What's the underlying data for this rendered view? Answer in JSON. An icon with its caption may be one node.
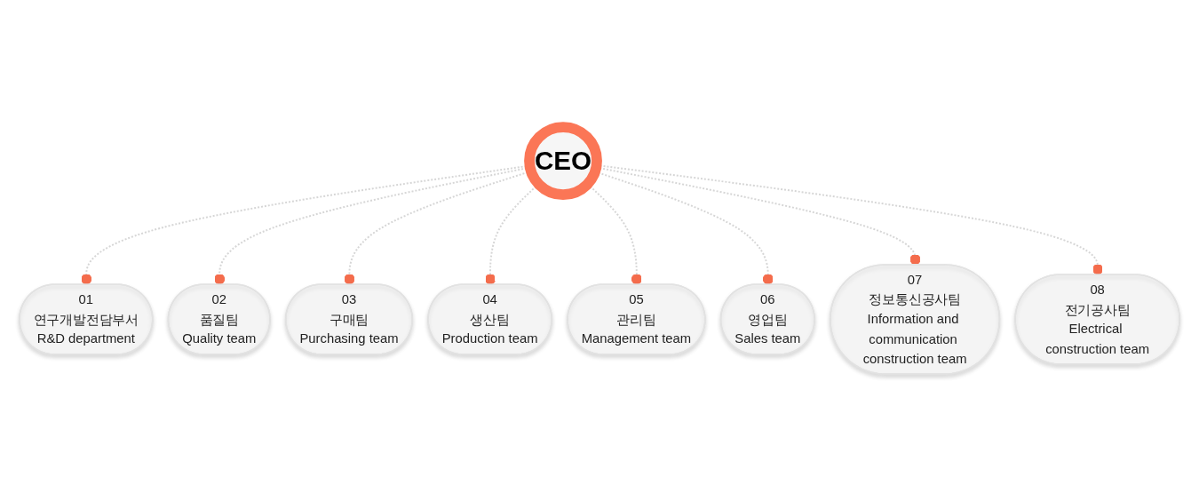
{
  "diagram": {
    "nodes": [
      {
        "text": [
          "CEO"
        ]
      },
      {
        "text": [
          "01",
          "연구개발전담부서",
          "R&D department"
        ]
      },
      {
        "text": [
          "02",
          "품질팀",
          "Quality team"
        ]
      },
      {
        "text": [
          "03",
          "구매팀",
          "Purchasing team"
        ]
      },
      {
        "text": [
          "04",
          "생산팀",
          "Production team"
        ]
      },
      {
        "text": [
          "05",
          "관리팀",
          "Management team"
        ]
      },
      {
        "text": [
          "06",
          "영업팀",
          "Sales team"
        ]
      },
      {
        "text": [
          "07",
          "정보통신공사팀",
          "Information and communication construction team"
        ]
      },
      {
        "text": [
          "08",
          "전기공사팀",
          "Electrical construction team"
        ]
      }
    ],
    "edges": [
      {
        "from": 0,
        "to": 1,
        "arrow": "other",
        "style": "dashed"
      },
      {
        "from": 0,
        "to": 2,
        "arrow": "other",
        "style": "dashed"
      },
      {
        "from": 0,
        "to": 3,
        "arrow": "other",
        "style": "dashed"
      },
      {
        "from": 0,
        "to": 4,
        "arrow": "other",
        "style": "dashed"
      },
      {
        "from": 0,
        "to": 5,
        "arrow": "other",
        "style": "dashed"
      },
      {
        "from": 0,
        "to": 6,
        "arrow": "other",
        "style": "dashed"
      },
      {
        "from": 0,
        "to": 7,
        "arrow": "other",
        "style": "dashed"
      },
      {
        "from": 0,
        "to": 8,
        "arrow": "other",
        "style": "dashed"
      }
    ]
  }
}
